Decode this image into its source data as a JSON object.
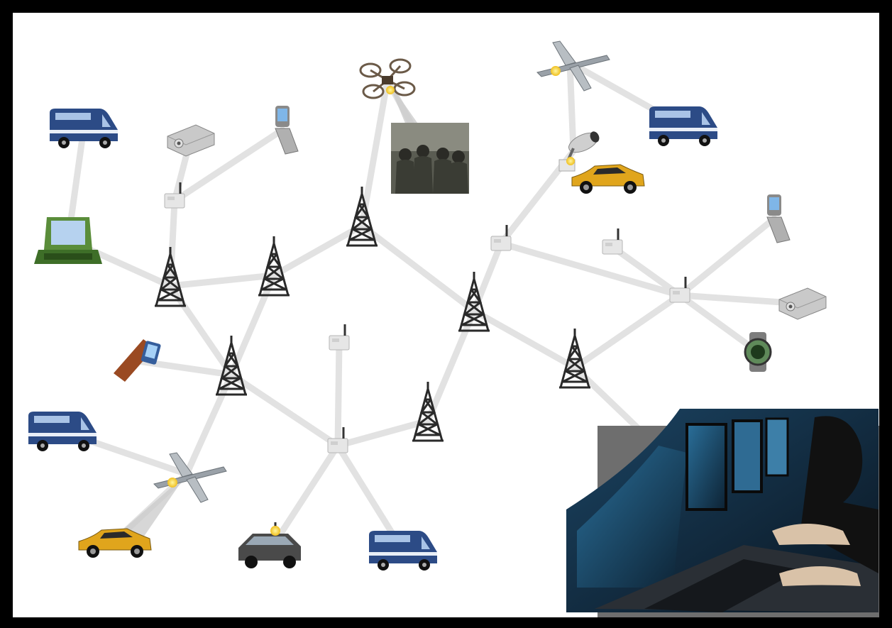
{
  "diagram": {
    "type": "wireless-mesh-network",
    "node_kinds": [
      "tower",
      "repeater",
      "van",
      "car",
      "laptop",
      "phone",
      "pda",
      "projector",
      "camera",
      "drone",
      "quadcopter",
      "watch",
      "photo"
    ],
    "nodes": [
      {
        "id": "van-top-left",
        "kind": "van",
        "icon": "van-icon",
        "color": "#2c4b86"
      },
      {
        "id": "laptop",
        "kind": "laptop",
        "icon": "laptop-icon",
        "color": "#5a8d3a"
      },
      {
        "id": "projector-top",
        "kind": "projector",
        "icon": "projector-icon",
        "color": "#c9c9c9"
      },
      {
        "id": "phone-top",
        "kind": "phone",
        "icon": "phone-icon",
        "color": "#8a8a8a"
      },
      {
        "id": "repeater-top-left",
        "kind": "repeater",
        "icon": "repeater-icon",
        "color": "#e6e6e6"
      },
      {
        "id": "tower-left",
        "kind": "tower",
        "icon": "tower-icon",
        "color": "#2a2a2a"
      },
      {
        "id": "tower-center-left",
        "kind": "tower",
        "icon": "tower-icon",
        "color": "#2a2a2a"
      },
      {
        "id": "tower-top-center",
        "kind": "tower",
        "icon": "tower-icon",
        "color": "#2a2a2a"
      },
      {
        "id": "quadcopter",
        "kind": "quadcopter",
        "icon": "quadcopter-icon",
        "color": "#6b5a48"
      },
      {
        "id": "soldiers-photo",
        "kind": "photo",
        "icon": "soldiers-photo-icon",
        "color": "#5a5c52"
      },
      {
        "id": "drone-top",
        "kind": "drone",
        "icon": "drone-icon",
        "color": "#9aa1a8"
      },
      {
        "id": "van-top-right",
        "kind": "van",
        "icon": "van-icon",
        "color": "#2c4b86"
      },
      {
        "id": "camera",
        "kind": "camera",
        "icon": "camera-icon",
        "color": "#cfcfcf"
      },
      {
        "id": "car-yellow-top",
        "kind": "car",
        "icon": "sports-car-icon",
        "color": "#e0a51c"
      },
      {
        "id": "repeater-center-right",
        "kind": "repeater",
        "icon": "repeater-icon",
        "color": "#e6e6e6"
      },
      {
        "id": "repeater-right-small",
        "kind": "repeater",
        "icon": "repeater-icon",
        "color": "#e6e6e6"
      },
      {
        "id": "repeater-right-hub",
        "kind": "repeater",
        "icon": "repeater-icon",
        "color": "#e6e6e6"
      },
      {
        "id": "phone-right",
        "kind": "phone",
        "icon": "phone-icon",
        "color": "#8a8a8a"
      },
      {
        "id": "projector-right",
        "kind": "projector",
        "icon": "projector-icon",
        "color": "#c9c9c9"
      },
      {
        "id": "watch",
        "kind": "watch",
        "icon": "watch-icon",
        "color": "#5f8a5a"
      },
      {
        "id": "tower-center",
        "kind": "tower",
        "icon": "tower-icon",
        "color": "#2a2a2a"
      },
      {
        "id": "tower-right",
        "kind": "tower",
        "icon": "tower-icon",
        "color": "#2a2a2a"
      },
      {
        "id": "pda",
        "kind": "pda",
        "icon": "pda-icon",
        "color": "#9a4a22"
      },
      {
        "id": "tower-lower-left",
        "kind": "tower",
        "icon": "tower-icon",
        "color": "#2a2a2a"
      },
      {
        "id": "repeater-center",
        "kind": "repeater",
        "icon": "repeater-icon",
        "color": "#e6e6e6"
      },
      {
        "id": "repeater-bottom-hub",
        "kind": "repeater",
        "icon": "repeater-icon",
        "color": "#e6e6e6"
      },
      {
        "id": "tower-lower-center",
        "kind": "tower",
        "icon": "tower-icon",
        "color": "#2a2a2a"
      },
      {
        "id": "van-left",
        "kind": "van",
        "icon": "van-icon",
        "color": "#2c4b86"
      },
      {
        "id": "drone-bottom",
        "kind": "drone",
        "icon": "drone-icon",
        "color": "#9aa1a8"
      },
      {
        "id": "car-yellow-bottom",
        "kind": "car",
        "icon": "sports-car-icon",
        "color": "#e0a51c"
      },
      {
        "id": "suv",
        "kind": "car",
        "icon": "suv-icon",
        "color": "#4a4a4a"
      },
      {
        "id": "van-bottom",
        "kind": "van",
        "icon": "van-icon",
        "color": "#2c4b86"
      },
      {
        "id": "control-room-photo",
        "kind": "photo",
        "icon": "control-room-photo-icon",
        "color": "#1d3a55"
      }
    ],
    "links": [
      [
        "van-top-left",
        "laptop"
      ],
      [
        "laptop",
        "tower-left"
      ],
      [
        "projector-top",
        "repeater-top-left"
      ],
      [
        "phone-top",
        "repeater-top-left"
      ],
      [
        "repeater-top-left",
        "tower-left"
      ],
      [
        "tower-left",
        "tower-center-left"
      ],
      [
        "tower-left",
        "tower-lower-left"
      ],
      [
        "tower-center-left",
        "tower-top-center"
      ],
      [
        "tower-center-left",
        "tower-lower-left"
      ],
      [
        "tower-top-center",
        "quadcopter"
      ],
      [
        "tower-top-center",
        "tower-center"
      ],
      [
        "quadcopter",
        "soldiers-photo"
      ],
      [
        "drone-top",
        "van-top-right"
      ],
      [
        "drone-top",
        "camera"
      ],
      [
        "camera",
        "repeater-center-right"
      ],
      [
        "repeater-center-right",
        "tower-center"
      ],
      [
        "repeater-center-right",
        "repeater-right-hub"
      ],
      [
        "repeater-right-small",
        "repeater-right-hub"
      ],
      [
        "repeater-right-hub",
        "phone-right"
      ],
      [
        "repeater-right-hub",
        "projector-right"
      ],
      [
        "repeater-right-hub",
        "watch"
      ],
      [
        "repeater-right-hub",
        "tower-right"
      ],
      [
        "tower-center",
        "tower-right"
      ],
      [
        "tower-center",
        "tower-lower-center"
      ],
      [
        "tower-right",
        "control-room-photo"
      ],
      [
        "pda",
        "tower-lower-left"
      ],
      [
        "tower-lower-left",
        "repeater-bottom-hub"
      ],
      [
        "tower-lower-left",
        "drone-bottom"
      ],
      [
        "repeater-center",
        "repeater-bottom-hub"
      ],
      [
        "repeater-bottom-hub",
        "tower-lower-center"
      ],
      [
        "repeater-bottom-hub",
        "suv"
      ],
      [
        "repeater-bottom-hub",
        "van-bottom"
      ],
      [
        "van-left",
        "drone-bottom"
      ],
      [
        "drone-bottom",
        "car-yellow-bottom"
      ]
    ],
    "link_color": "#e2e2e2",
    "background_color": "#ffffff",
    "frame_color": "#000000"
  }
}
